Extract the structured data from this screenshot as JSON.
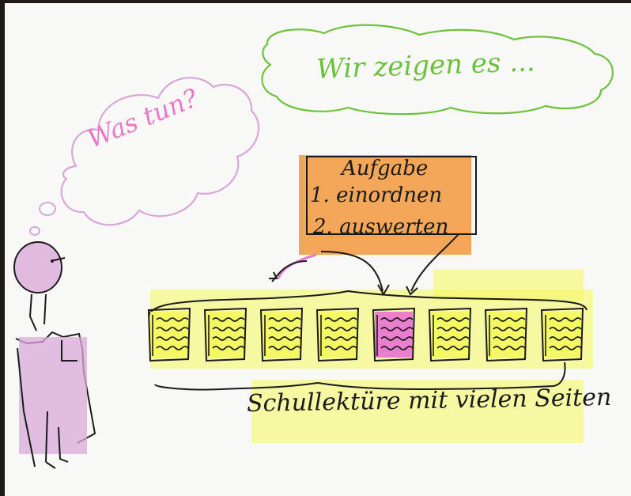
{
  "colors": {
    "paper": "#f8f8f6",
    "background": "#1e1a16",
    "ink": "#1a1a1a",
    "green": "#6cc23a",
    "pink": "#e17ccf",
    "lavender": "#d8a6d8",
    "orange": "#f2963c",
    "yellow": "#f4f85c",
    "magenta": "#e86ad8"
  },
  "bubbles": {
    "think": {
      "text": "Was tun?",
      "color": "#e878c8"
    },
    "speech": {
      "text": "Wir zeigen es ...",
      "color": "#6ac13a"
    }
  },
  "task_card": {
    "title": "Aufgabe",
    "steps": [
      "1. einordnen",
      "2. auswerten"
    ]
  },
  "pages": {
    "count": 8,
    "highlighted_index": 4,
    "text_lines_per_page": 4
  },
  "caption": "Schullektüre mit vielen Seiten",
  "icons": [
    "person-figure-icon",
    "thought-cloud-icon",
    "speech-cloud-icon",
    "page-icon",
    "arrow-icon",
    "brace-icon"
  ]
}
